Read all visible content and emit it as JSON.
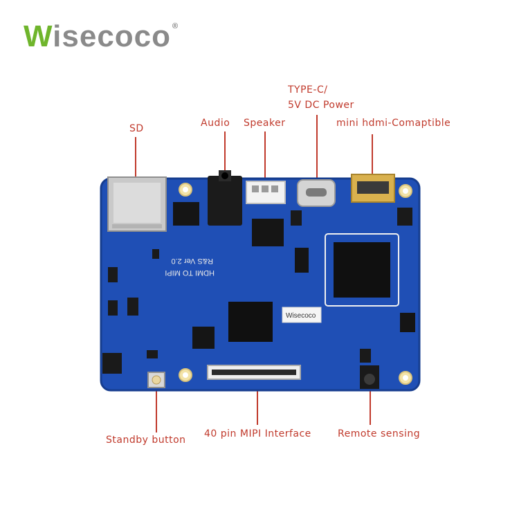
{
  "logo": {
    "brand_first": "W",
    "brand_rest": "isecoco",
    "registered": "®"
  },
  "labels": {
    "sd": "SD",
    "audio": "Audio",
    "speaker": "Speaker",
    "type_c_line1": "TYPE-C/",
    "type_c_line2": "5V DC Power",
    "mini_hdmi": "mini hdmi-Comaptible",
    "standby": "Standby button",
    "mipi": "40 pin MIPI Interface",
    "remote": "Remote sensing"
  },
  "silkscreen": {
    "line1": "HDMI TO MIPI",
    "line2": "R&S Ver 2.0",
    "sticker": "Wisecoco"
  },
  "colors": {
    "board": "#1f4fb5",
    "callout": "#c0392b",
    "logo_green": "#6fb52c",
    "logo_gray": "#8a8a8a"
  }
}
